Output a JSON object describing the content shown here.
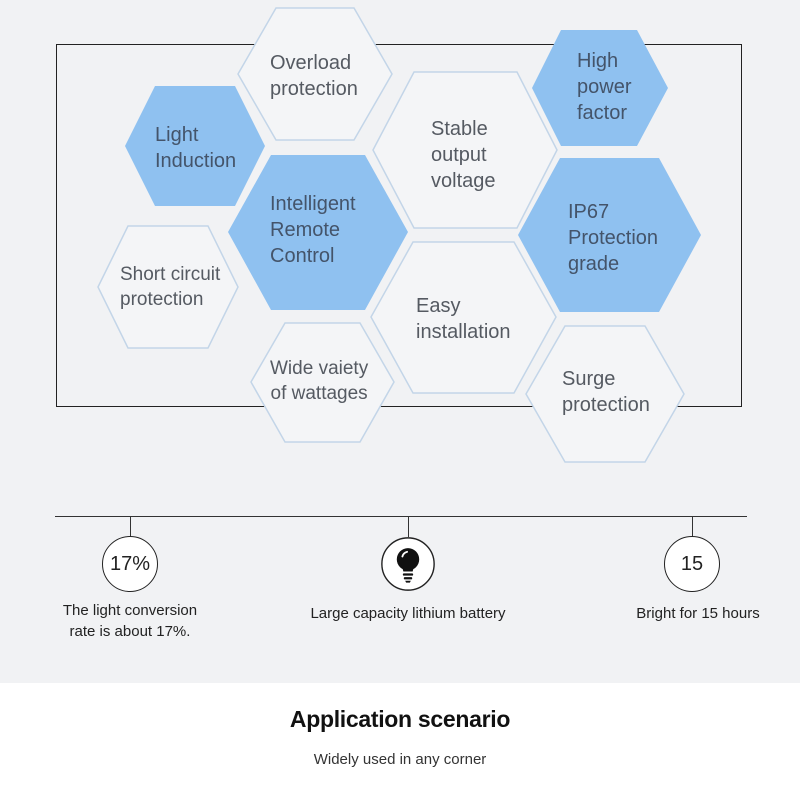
{
  "colors": {
    "hex_fill": "#8fc1f0",
    "hex_outline": "#c3d5e8",
    "panel_bg": "#f1f2f4"
  },
  "features": {
    "overload": "Overload\nprotection",
    "high_power": "High\npower\nfactor",
    "light_induction": "Light\nInduction",
    "stable_output": "Stable\noutput\nvoltage",
    "remote_control": "Intelligent\nRemote\nControl",
    "ip67": "IP67\nProtection\ngrade",
    "short_circuit": "Short circuit\nprotection",
    "easy_installation": "Easy\ninstallation",
    "wide_variety": "Wide vaiety\nof wattages",
    "surge": "Surge\nprotection"
  },
  "stats": {
    "conversion_value": "17%",
    "conversion_caption": "The light conversion\nrate is about 17%.",
    "battery_icon": "lightbulb-icon",
    "battery_caption": "Large capacity lithium battery",
    "hours_value": "15",
    "hours_caption": "Bright for 15 hours"
  },
  "application": {
    "title": "Application scenario",
    "subtitle": "Widely used in any corner"
  }
}
